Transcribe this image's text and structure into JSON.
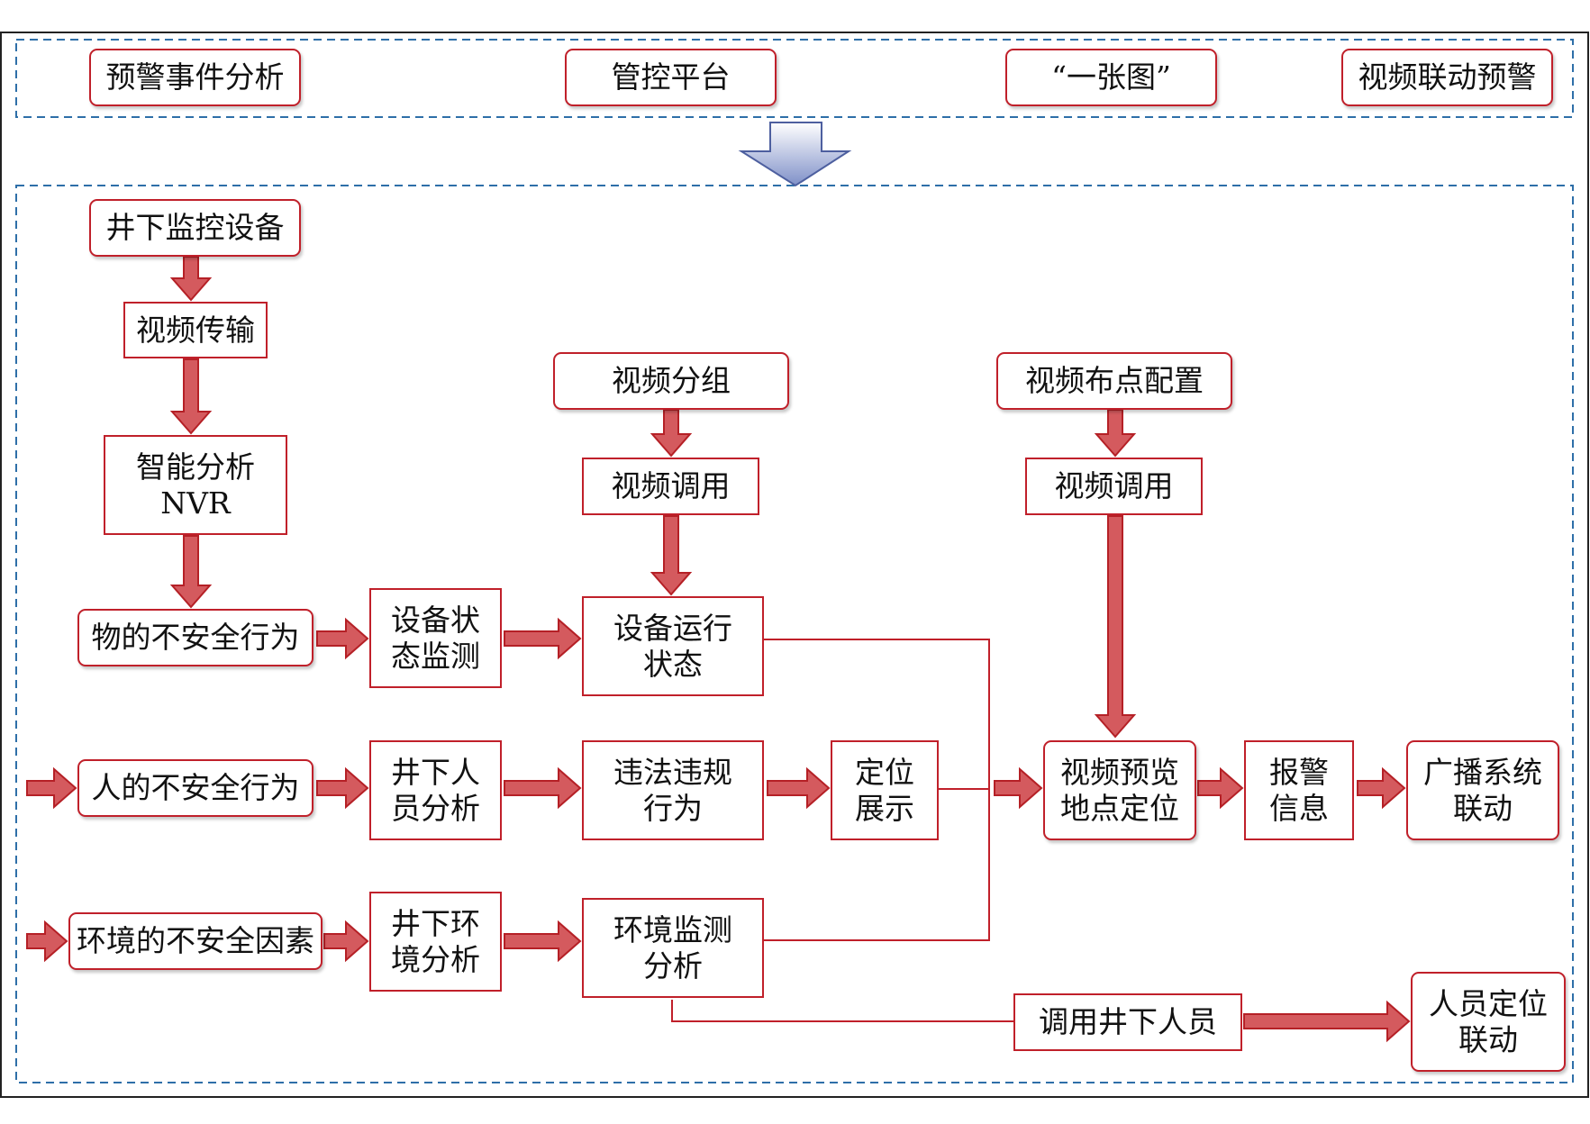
{
  "top_layer": {
    "items": [
      "预警事件分析",
      "管控平台",
      "“一张图”",
      "视频联动预警"
    ]
  },
  "nodes": {
    "monitor_device": "井下监控设备",
    "video_transmission": "视频传输",
    "smart_analysis": "智能分析\nNVR",
    "object_unsafe": "物的不安全行为",
    "person_unsafe": "人的不安全行为",
    "env_unsafe": "环境的不安全因素",
    "device_state_monitor": "设备状\n态监测",
    "person_analysis": "井下人\n员分析",
    "env_analysis": "井下环\n境分析",
    "video_group": "视频分组",
    "video_call_1": "视频调用",
    "device_run_state": "设备运行\n状态",
    "violation": "违法违规\n行为",
    "env_monitor_analysis": "环境监测\n分析",
    "location_display": "定位\n展示",
    "video_layout": "视频布点配置",
    "video_call_2": "视频调用",
    "video_preview": "视频预览\n地点定位",
    "alarm_info": "报警\n信息",
    "broadcast": "广播系统\n联动",
    "call_personnel": "调用井下人员",
    "personnel_location": "人员定位\n联动"
  },
  "colors": {
    "box_border": "#c0202a",
    "arrow_fill": "#d45a5e",
    "arrow_stroke": "#b52026",
    "connector": "#c0202a",
    "dashed_frame": "#2e6fa8",
    "frame": "#222222",
    "big_arrow_top": "#ffffff",
    "big_arrow_bottom": "#7f90c8"
  }
}
